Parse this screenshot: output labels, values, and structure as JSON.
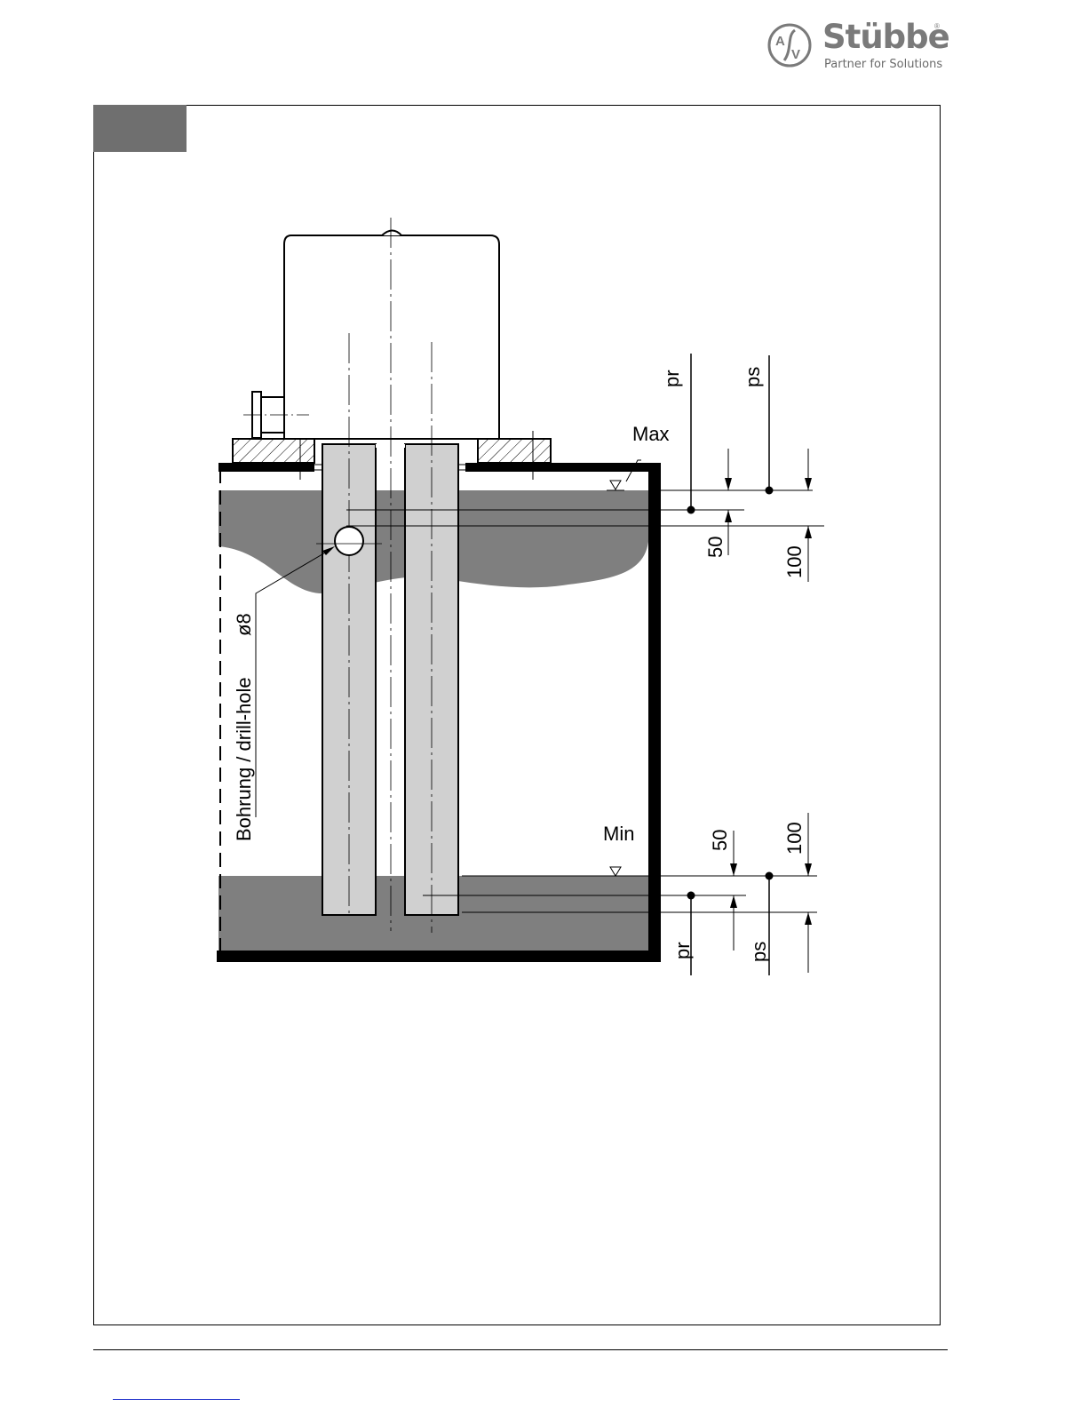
{
  "brand": {
    "name": "Stübbe",
    "registered_mark": "®",
    "tagline": "Partner for Solutions",
    "logo_letters": [
      "A",
      "V"
    ],
    "color": "#7a7a7a"
  },
  "section_tab": {
    "label": "",
    "color": "#6f6f6f"
  },
  "diagram": {
    "labels": {
      "max": "Max",
      "min": "Min",
      "pr_top": "pr",
      "ps_top": "ps",
      "pr_bottom": "pr",
      "ps_bottom": "ps",
      "dim_50_top": "50",
      "dim_100_top": "100",
      "dim_50_bottom": "50",
      "dim_100_bottom": "100",
      "drill_hole": "Bohrung / drill-hole",
      "diameter": "ø8"
    },
    "colors": {
      "liquid": "#7f7f7f",
      "electrode": "#d0d0d0",
      "wall": "#000000"
    }
  }
}
